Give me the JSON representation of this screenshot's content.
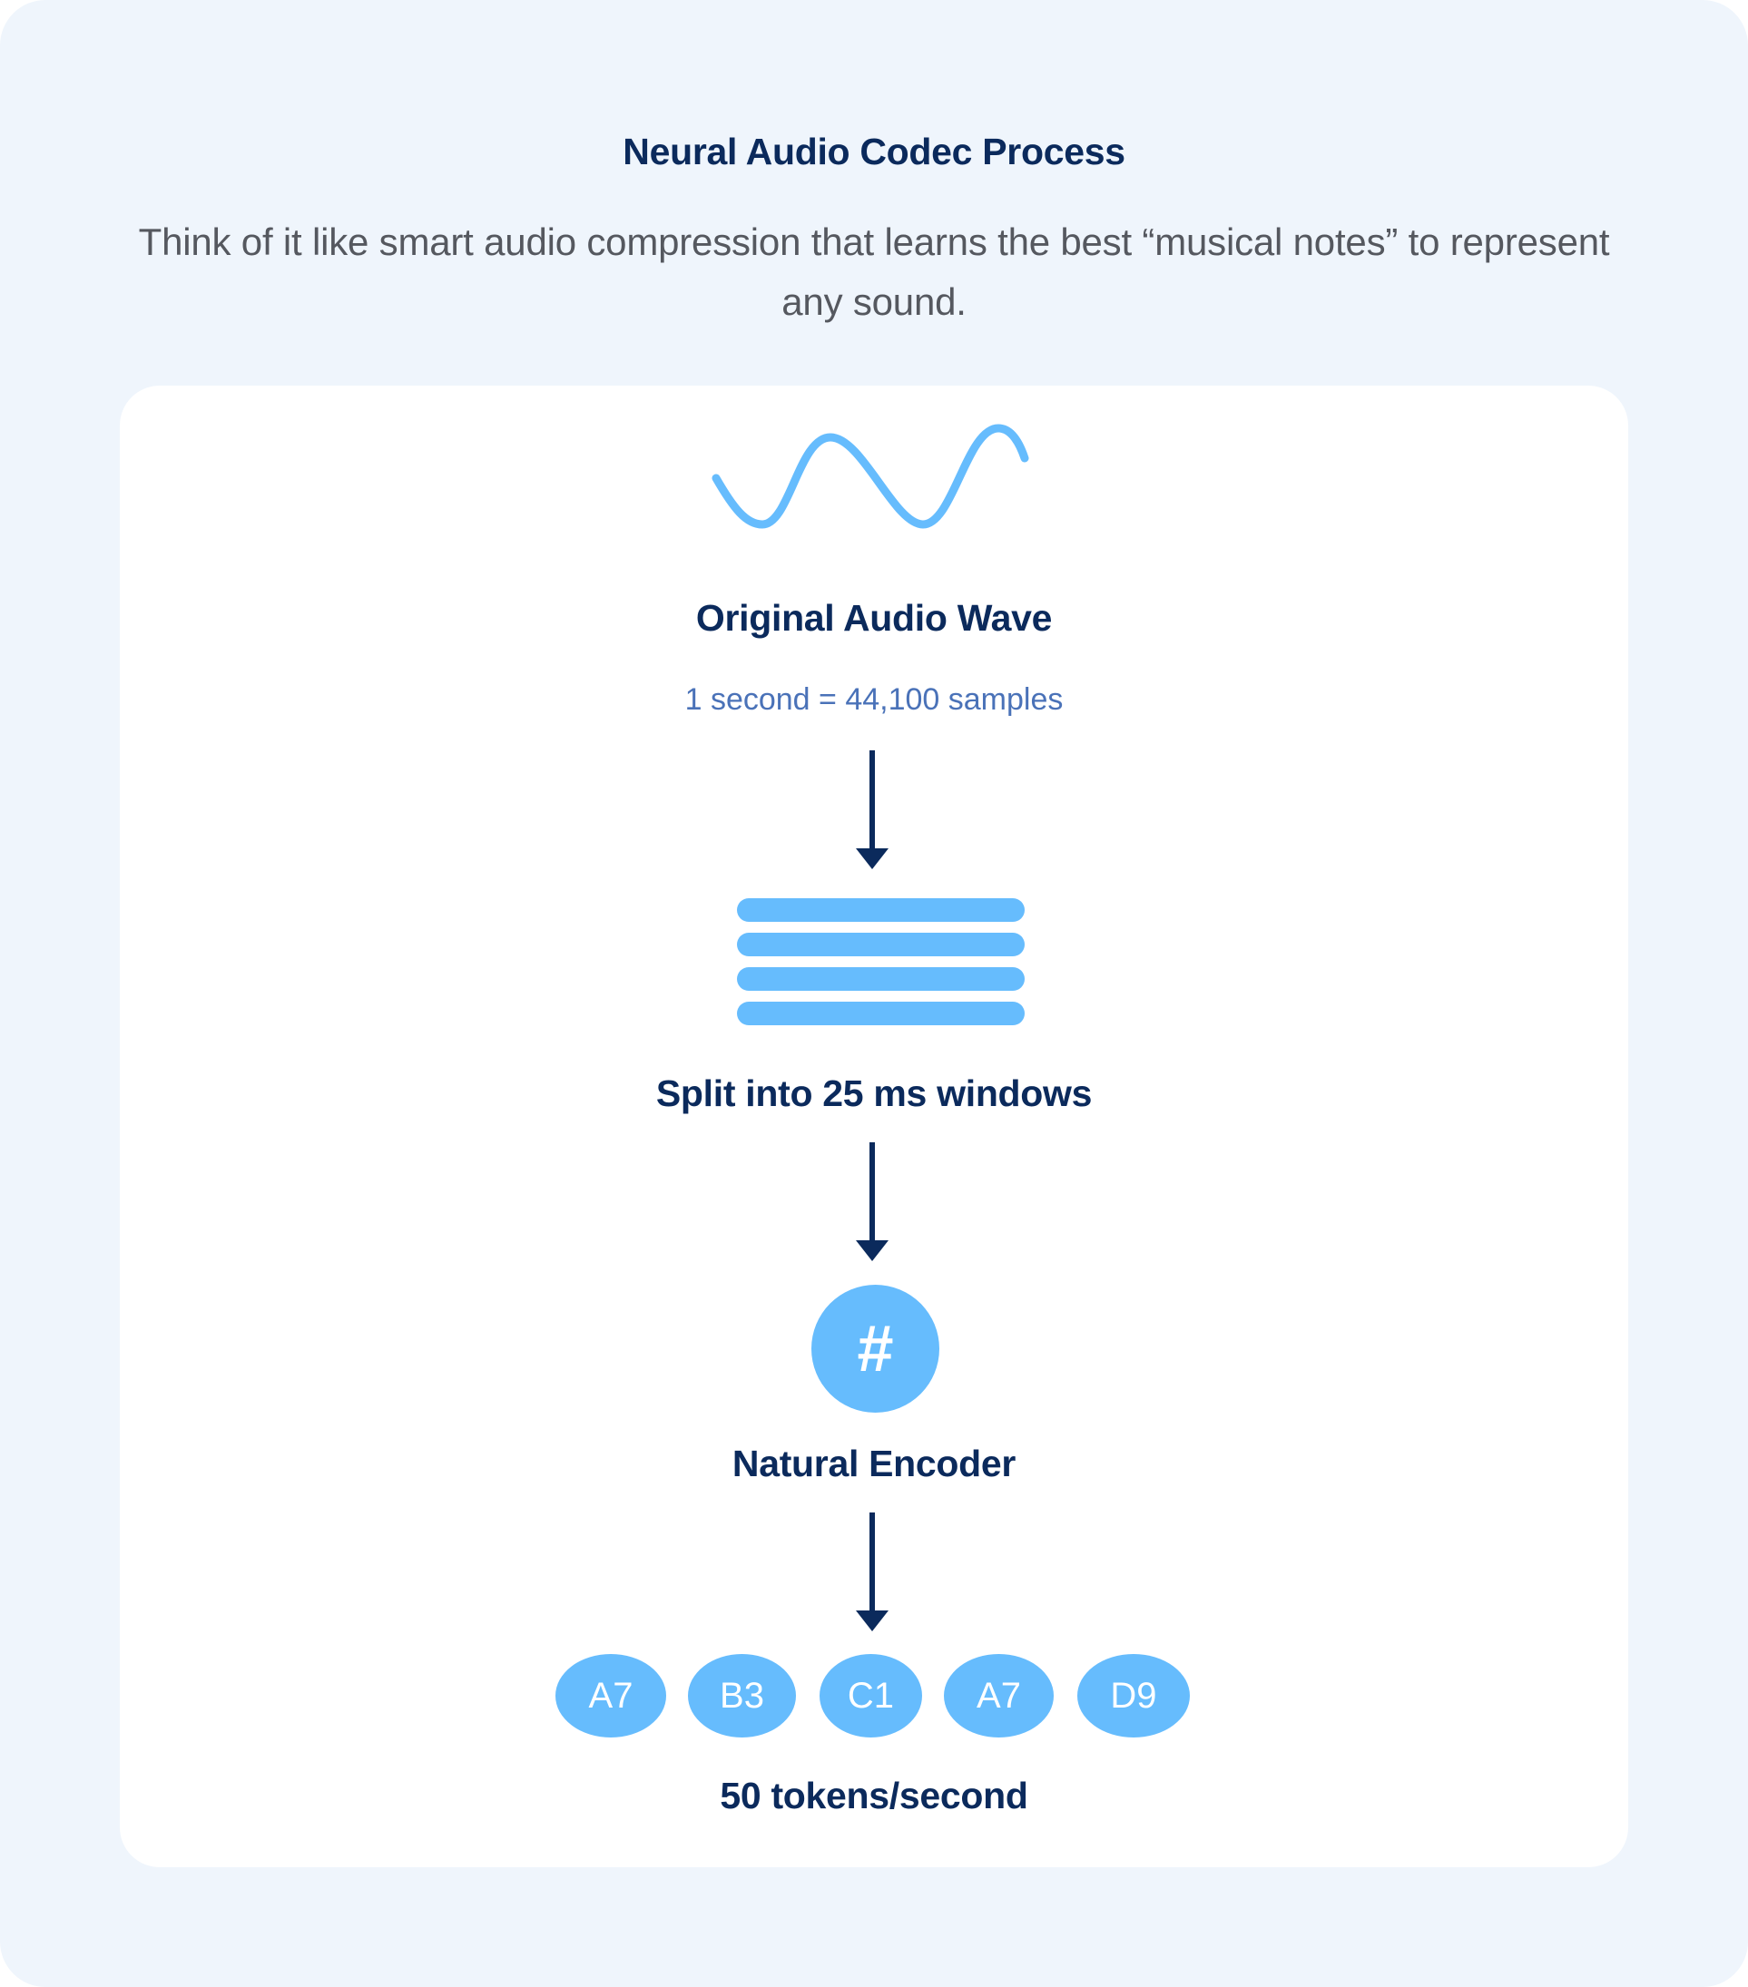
{
  "header": {
    "title": "Neural Audio Codec Process",
    "description": "Think of it like smart audio compression that learns the best “musical notes” to represent any sound."
  },
  "colors": {
    "background": "#eff5fc",
    "card": "#ffffff",
    "accent_light_blue": "#66bcfd",
    "navy": "#0b2a5c",
    "subtitle_blue": "#4a72b8",
    "description_gray": "#55585f"
  },
  "steps": [
    {
      "icon": "sine-wave-icon",
      "label": "Original Audio Wave",
      "sublabel": "1 second = 44,100 samples"
    },
    {
      "icon": "stacked-bars-icon",
      "label": "Split into 25 ms windows"
    },
    {
      "icon": "hash-icon",
      "icon_glyph": "#",
      "label": "Natural Encoder"
    },
    {
      "icon": "token-pills",
      "label": "50 tokens/second"
    }
  ],
  "tokens": [
    "A7",
    "B3",
    "C1",
    "A7",
    "D9"
  ]
}
